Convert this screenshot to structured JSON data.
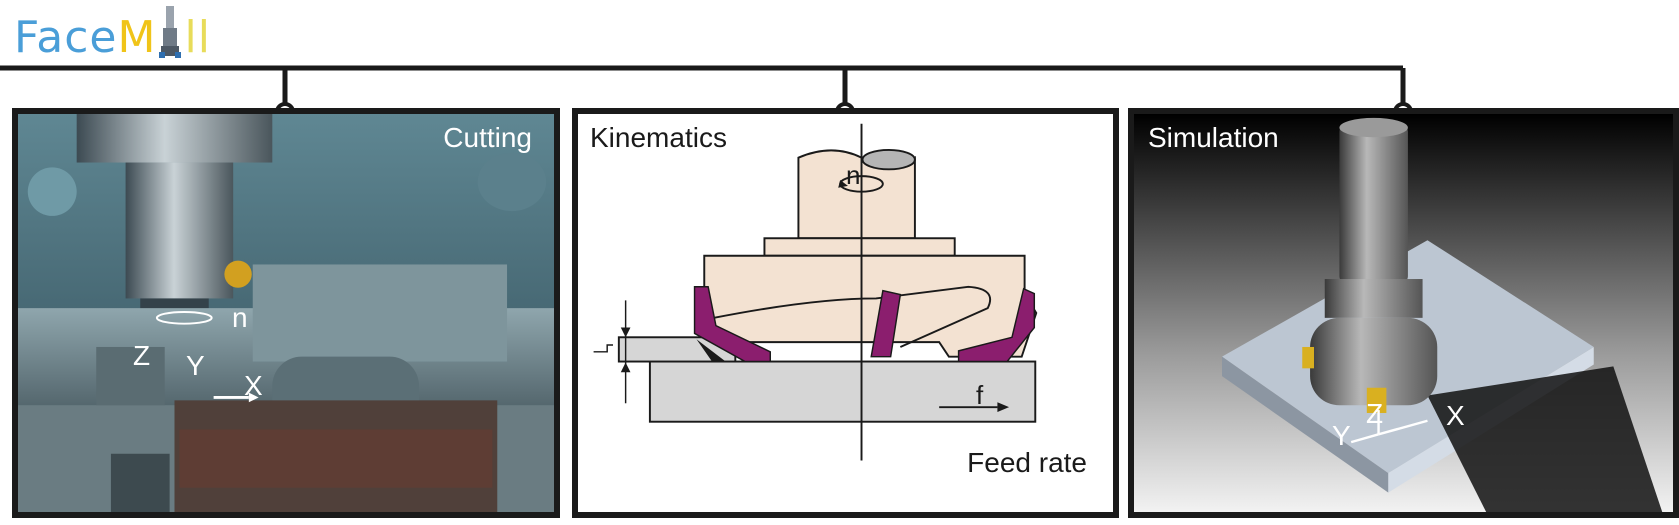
{
  "logo": {
    "part1": "Face",
    "part2": "M",
    "part3": "ll"
  },
  "panels": {
    "cutting": {
      "title": "Cutting",
      "labels": {
        "n": "n",
        "z": "Z",
        "y": "Y",
        "x": "X"
      }
    },
    "kinematics": {
      "title": "Kinematics",
      "labels": {
        "n": "n",
        "f": "f"
      },
      "footer": "Feed rate"
    },
    "simulation": {
      "title": "Simulation",
      "labels": {
        "z": "Z",
        "y": "Y",
        "x": "X"
      }
    }
  },
  "colors": {
    "border": "#1a1a1a",
    "cutter": "#f3e2d2",
    "insert": "#8b1e6e",
    "workpiece": "#d6d6d6",
    "logo_blue": "#4a9ed8",
    "logo_yellow": "#f0c419"
  }
}
